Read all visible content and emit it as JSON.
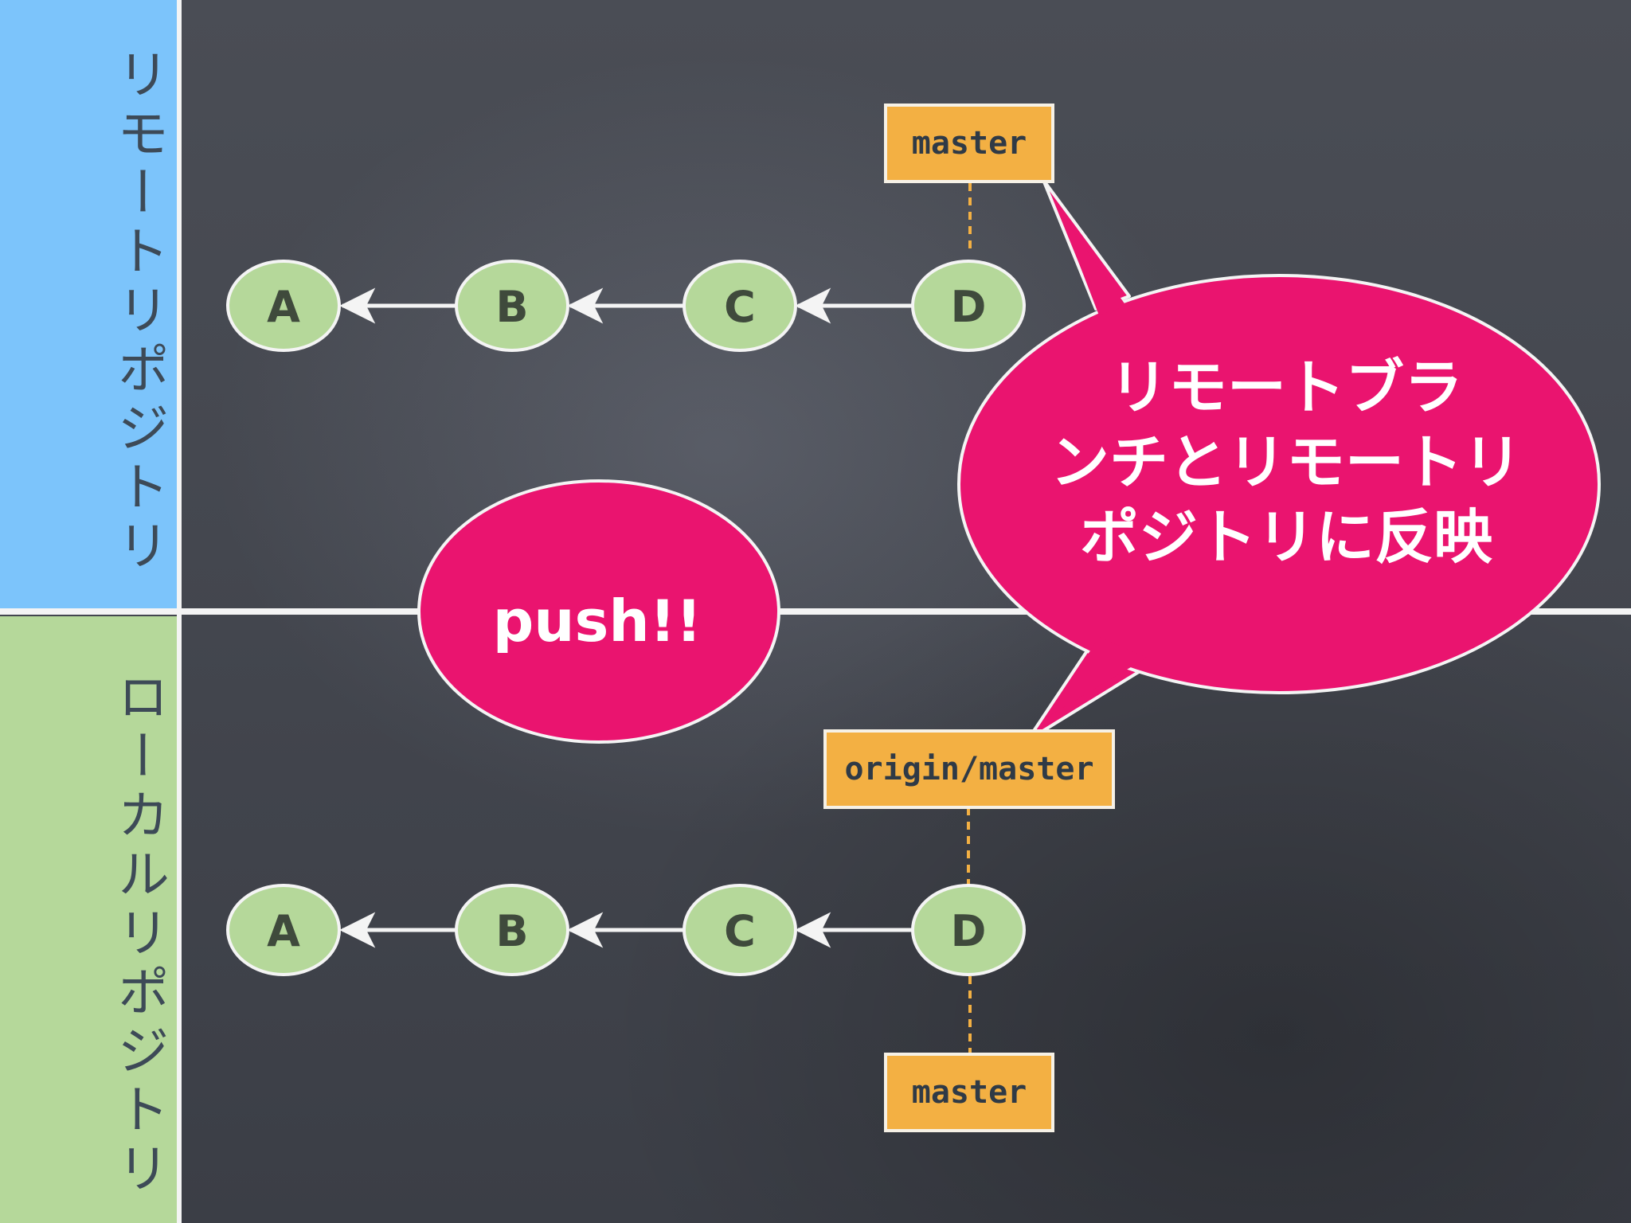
{
  "sidebar": {
    "remote_label": "リモートリポジトリ",
    "local_label": "ローカルリポジトリ"
  },
  "remote": {
    "commits": [
      "A",
      "B",
      "C",
      "D"
    ],
    "branch_label": "master"
  },
  "local": {
    "commits": [
      "A",
      "B",
      "C",
      "D"
    ],
    "remote_tracking_label": "origin/master",
    "branch_label": "master"
  },
  "push_bubble": {
    "text": "push!!"
  },
  "callout": {
    "lines": [
      "リモートブラ",
      "ンチとリモートリ",
      "ポジトリに反映"
    ]
  },
  "colors": {
    "remote_sidebar": "#7cc4fb",
    "local_sidebar": "#b5d89a",
    "commit_fill": "#b5d89a",
    "branch_tag": "#f3b043",
    "bubble": "#ea146f",
    "board": "#44474f"
  }
}
